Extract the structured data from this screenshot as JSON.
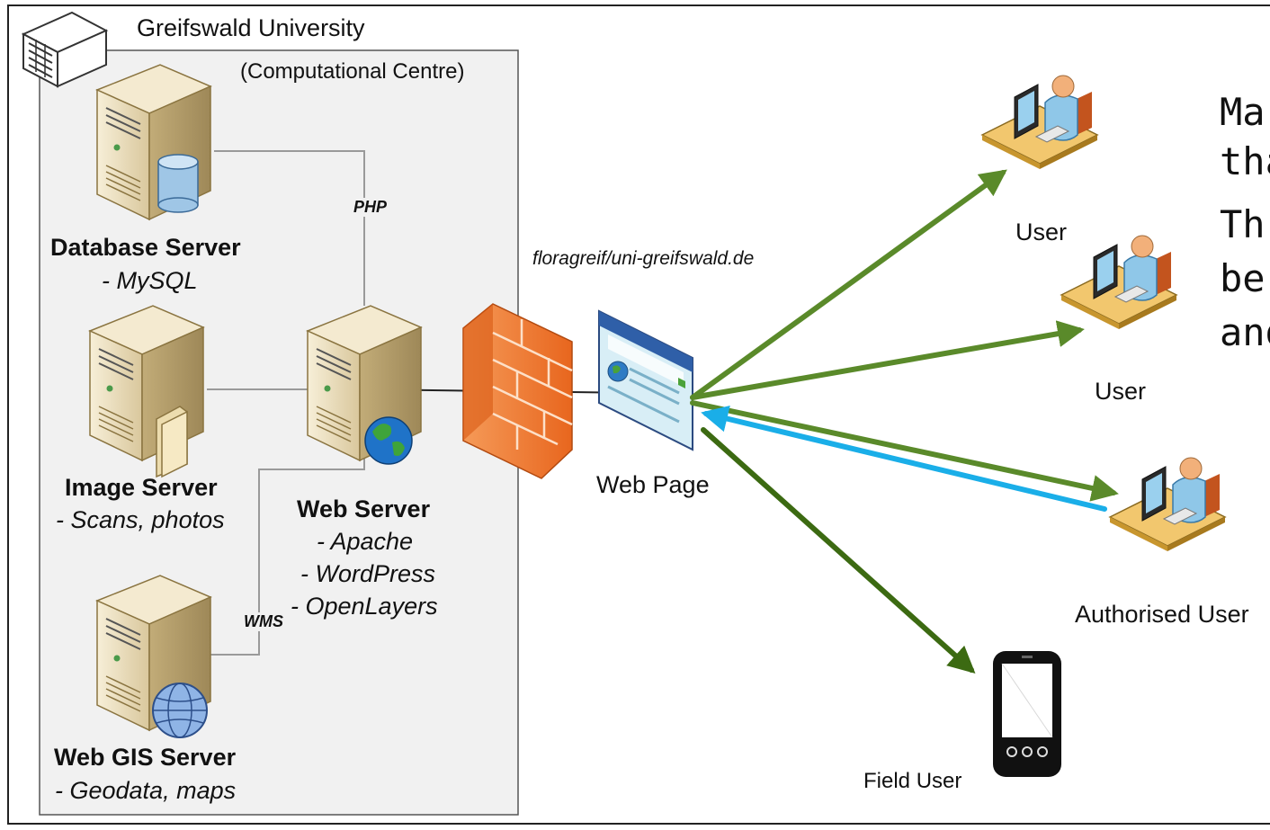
{
  "header": {
    "university": "Greifswald University",
    "centre": "(Computational Centre)"
  },
  "servers": {
    "database": {
      "title": "Database Server",
      "detail": "- MySQL"
    },
    "image": {
      "title": "Image Server",
      "detail": "- Scans, photos"
    },
    "web": {
      "title": "Web Server",
      "details": [
        "- Apache",
        "- WordPress",
        "- OpenLayers"
      ]
    },
    "gis": {
      "title": "Web GIS Server",
      "detail": "- Geodata, maps"
    }
  },
  "connections": {
    "php": "PHP",
    "wms": "WMS"
  },
  "url": "floragreif/uni-greifswald.de",
  "webpage": "Web Page",
  "users": {
    "user1": "User",
    "user2": "User",
    "authorised": "Authorised User",
    "field": "Field User"
  },
  "side_text": [
    "Ma",
    "tha",
    "Th",
    "be",
    "and"
  ],
  "colors": {
    "arrow_green": "#5a8a2a",
    "arrow_dark_green": "#3c6a12",
    "arrow_blue": "#1aaee8",
    "firewall": "#f07a30",
    "panel": "#f1f1f1"
  }
}
